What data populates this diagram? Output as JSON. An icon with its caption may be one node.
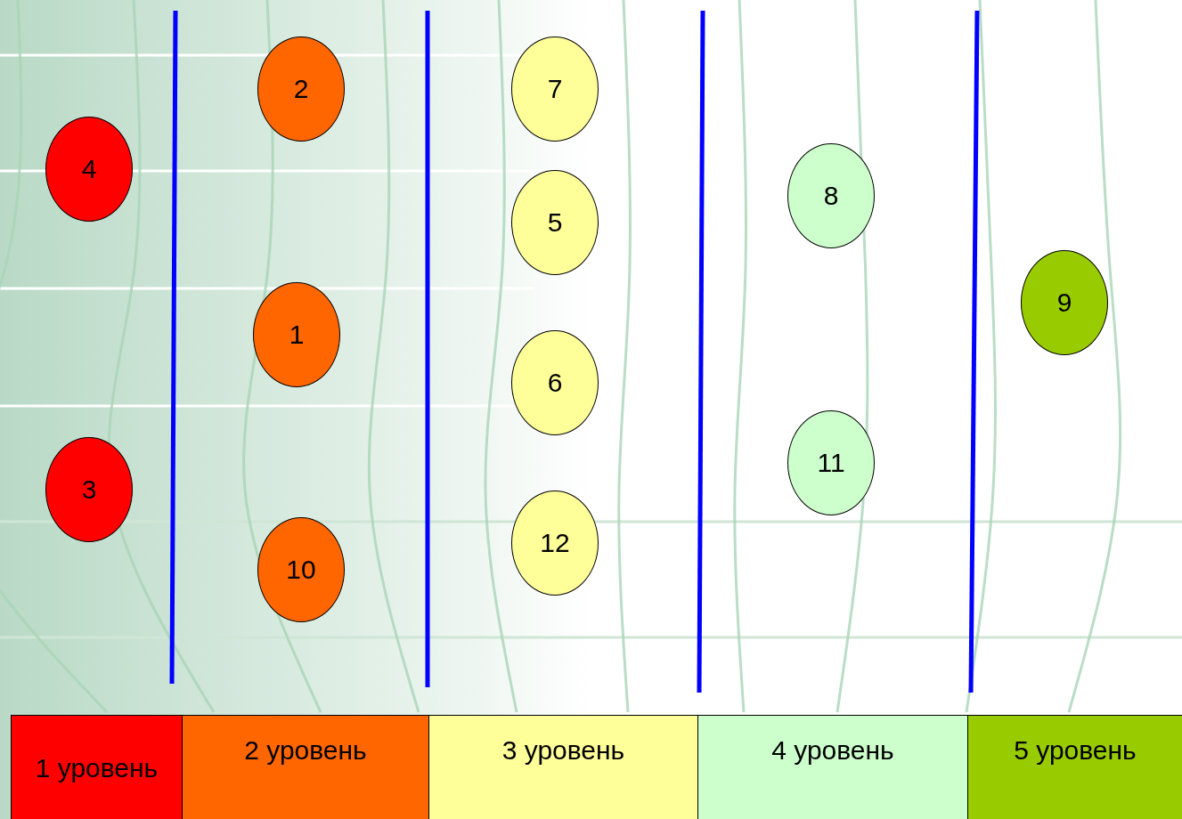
{
  "diagram": {
    "nodes": [
      {
        "text": [
          "4"
        ]
      },
      {
        "text": [
          "3"
        ]
      },
      {
        "text": [
          "2"
        ]
      },
      {
        "text": [
          "1"
        ]
      },
      {
        "text": [
          "10"
        ]
      },
      {
        "text": [
          "7"
        ]
      },
      {
        "text": [
          "5"
        ]
      },
      {
        "text": [
          "6"
        ]
      },
      {
        "text": [
          "12"
        ]
      },
      {
        "text": [
          "8"
        ]
      },
      {
        "text": [
          "11"
        ]
      },
      {
        "text": [
          "9"
        ]
      },
      {
        "text": [
          "1 уровень"
        ]
      },
      {
        "text": [
          "2 уровень"
        ]
      },
      {
        "text": [
          "3 уровень"
        ]
      },
      {
        "text": [
          "4 уровень"
        ]
      },
      {
        "text": [
          "5 уровень"
        ]
      }
    ],
    "edges": []
  }
}
